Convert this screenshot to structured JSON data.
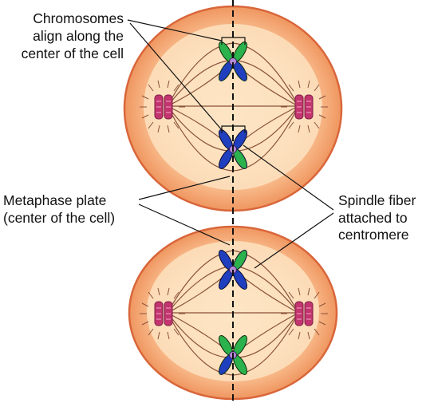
{
  "labels": {
    "chromosomes_align": [
      "Chromosomes",
      "align along the",
      "center of the cell"
    ],
    "metaphase_plate": [
      "Metaphase plate",
      "(center of the cell)"
    ],
    "spindle_fiber": [
      "Spindle fiber",
      "attached to",
      "centromere"
    ]
  },
  "colors": {
    "cell_outer": "#f39f6a",
    "cell_inner": "#fde2c0",
    "cell_border": "#d9663a",
    "spindle": "#8a5238",
    "centrosome": "#c2356f",
    "chromatid_green": "#2bb24c",
    "chromatid_blue": "#1f3fbf",
    "centromere": "#b58ad8",
    "label_text": "#111111"
  },
  "cells": [
    {
      "name": "top-cell",
      "chromosomes": [
        {
          "name": "chromosome-top",
          "orientation": "green-top"
        },
        {
          "name": "chromosome-bottom",
          "orientation": "blue-top"
        }
      ]
    },
    {
      "name": "bottom-cell",
      "chromosomes": [
        {
          "name": "chromosome-top",
          "orientation": "blue-top"
        },
        {
          "name": "chromosome-bottom",
          "orientation": "green-top"
        }
      ]
    }
  ]
}
